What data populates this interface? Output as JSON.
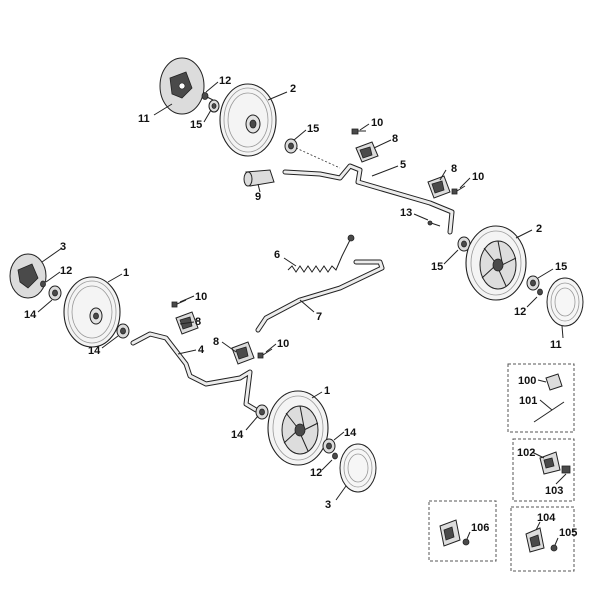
{
  "callouts": {
    "c1a": "1",
    "c1b": "1",
    "c2a": "2",
    "c2b": "2",
    "c3a": "3",
    "c3b": "3",
    "c4": "4",
    "c5": "5",
    "c6": "6",
    "c7": "7",
    "c8a": "8",
    "c8b": "8",
    "c8c": "8",
    "c8d": "8",
    "c9": "9",
    "c10a": "10",
    "c10b": "10",
    "c10c": "10",
    "c10d": "10",
    "c11a": "11",
    "c11b": "11",
    "c12a": "12",
    "c12b": "12",
    "c12c": "12",
    "c12d": "12",
    "c13": "13",
    "c14a": "14",
    "c14b": "14",
    "c14c": "14",
    "c14d": "14",
    "c15a": "15",
    "c15b": "15",
    "c15c": "15",
    "c15d": "15",
    "c100": "100",
    "c101": "101",
    "c102": "102",
    "c103": "103",
    "c104": "104",
    "c105": "105",
    "c106": "106"
  }
}
